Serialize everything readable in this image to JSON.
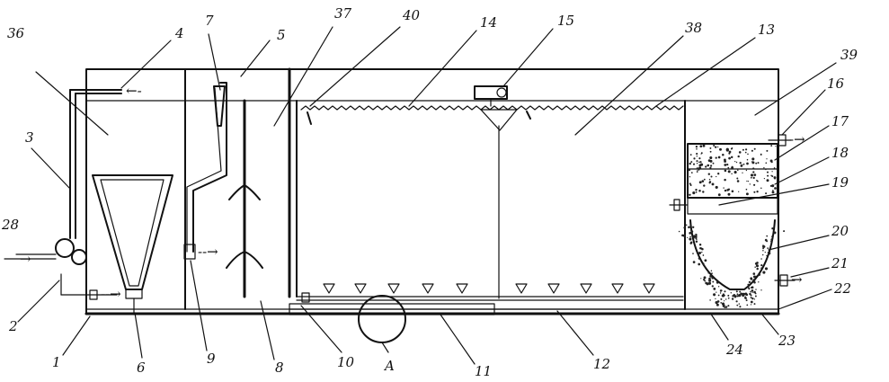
{
  "labels": {
    "l1": "1",
    "l2": "2",
    "l3": "3",
    "l4": "4",
    "l5": "5",
    "l6": "6",
    "l7": "7",
    "l8": "8",
    "l9": "9",
    "l10": "10",
    "l11": "11",
    "l12": "12",
    "l13": "13",
    "l14": "14",
    "l15": "15",
    "l16": "16",
    "l17": "17",
    "l18": "18",
    "l19": "19",
    "l20": "20",
    "l21": "21",
    "l22": "22",
    "l23": "23",
    "l24": "24",
    "l28": "28",
    "l36": "36",
    "l37": "37",
    "l38": "38",
    "l39": "39",
    "l40": "40",
    "lA": "A"
  }
}
